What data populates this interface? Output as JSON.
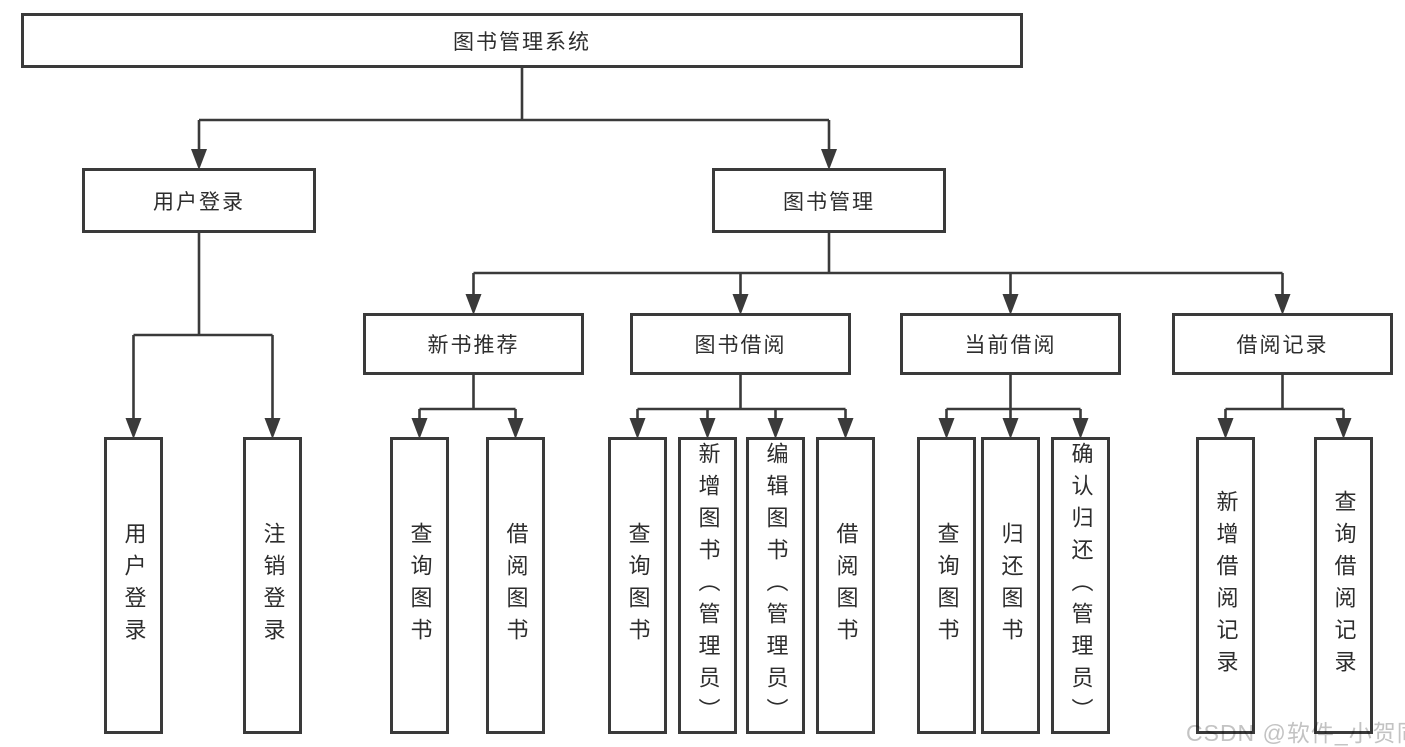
{
  "diagram": {
    "root_label": "图书管理系统",
    "branches": [
      {
        "label": "用户登录",
        "children": [
          {
            "label": "用户登录"
          },
          {
            "label": "注销登录"
          }
        ]
      },
      {
        "label": "图书管理",
        "groups": [
          {
            "label": "新书推荐",
            "children": [
              {
                "label": "查询图书"
              },
              {
                "label": "借阅图书"
              }
            ]
          },
          {
            "label": "图书借阅",
            "children": [
              {
                "label": "查询图书"
              },
              {
                "label": "新增图书（管理员）"
              },
              {
                "label": "编辑图书（管理员）"
              },
              {
                "label": "借阅图书"
              }
            ]
          },
          {
            "label": "当前借阅",
            "children": [
              {
                "label": "查询图书"
              },
              {
                "label": "归还图书"
              },
              {
                "label": "确认归还（管理员）"
              }
            ]
          },
          {
            "label": "借阅记录",
            "children": [
              {
                "label": "新增借阅记录"
              },
              {
                "label": "查询借阅记录"
              }
            ]
          }
        ]
      }
    ]
  },
  "watermark": "CSDN @软件_小贺同学",
  "colors": {
    "line": "#3a3a3a",
    "text": "#2d2d2d",
    "watermark_text": "#c3c3c3",
    "background": "#ffffff"
  }
}
